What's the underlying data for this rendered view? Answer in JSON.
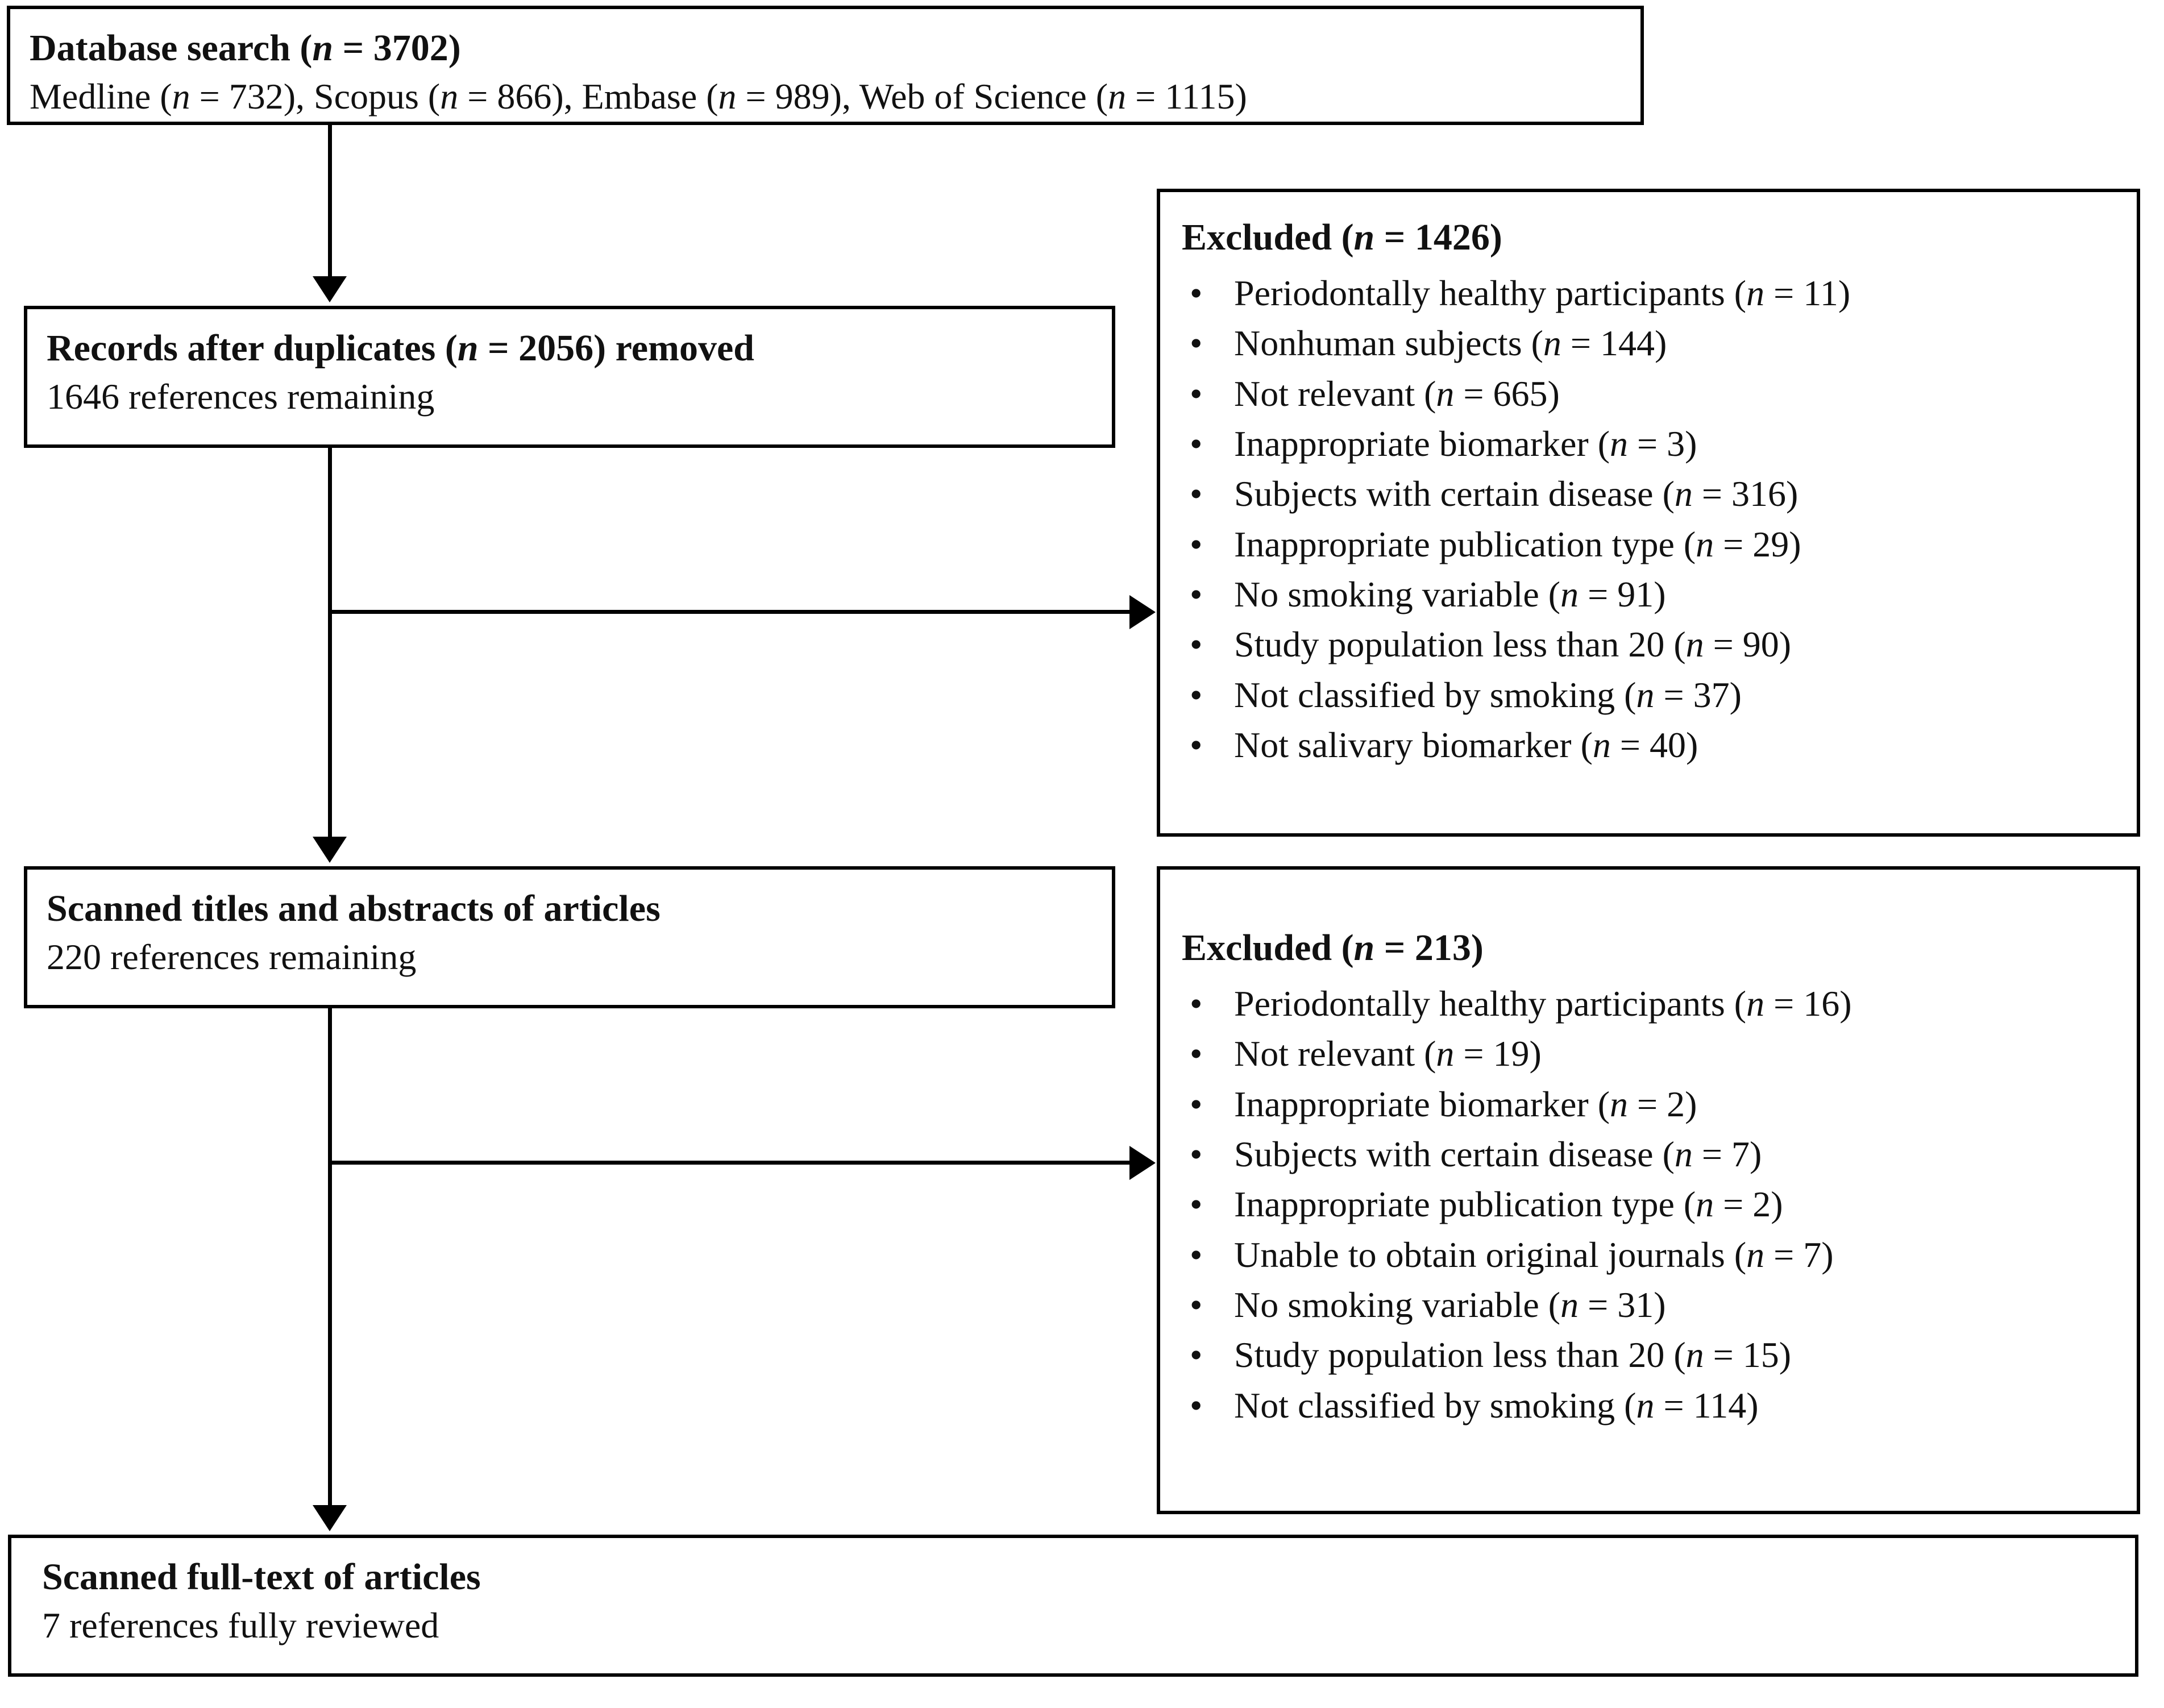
{
  "diagram": {
    "title": "PRISMA study selection flow diagram",
    "accent_color": "#000000",
    "background_color": "#ffffff"
  },
  "boxes": {
    "database_search": {
      "heading": "Database search (n = 3702)",
      "detail": "Medline (n = 732), Scopus (n = 866), Embase (n = 989), Web of Science (n = 1115)"
    },
    "records_after_duplicates": {
      "heading": "Records after duplicates  (n = 2056) removed",
      "detail": "1646 references remaining"
    },
    "scanned_titles": {
      "heading": "Scanned  titles  and  abstracts  of articles",
      "detail": "220 references remaining"
    },
    "scanned_fulltext": {
      "heading": "Scanned  full-text  of articles",
      "detail": "7 references fully reviewed"
    }
  },
  "excluded_first": {
    "heading": "Excluded  (n = 1426)",
    "bullet_glyph": "•",
    "items": [
      "Periodontally healthy participants (n = 11)",
      "Nonhuman subjects (n = 144)",
      "Not relevant (n = 665)",
      "Inappropriate biomarker (n = 3)",
      "Subjects with certain disease (n = 316)",
      "Inappropriate  publication type (n = 29)",
      "No smoking variable (n = 91)",
      "Study population less than 20 (n = 90)",
      "Not classified by smoking (n = 37)",
      "Not salivary biomarker (n = 40)"
    ]
  },
  "excluded_second": {
    "heading": "Excluded  (n = 213)",
    "bullet_glyph": "•",
    "items": [
      "Periodontally healthy participants (n = 16)",
      "Not relevant (n = 19)",
      "Inappropriate biomarker (n = 2)",
      "Subjects with certain disease (n = 7)",
      "Inappropriate publication type (n = 2)",
      "Unable to obtain original journals (n = 7)",
      "No smoking variable (n = 31)",
      "Study population less than 20 (n = 15)",
      "Not classified by smoking (n = 114)"
    ]
  },
  "connectors": {
    "arrow_down_1": "arrow-down-icon",
    "arrow_down_2": "arrow-down-icon",
    "arrow_down_3": "arrow-down-icon",
    "arrow_right_1": "arrow-right-icon",
    "arrow_right_2": "arrow-right-icon"
  }
}
